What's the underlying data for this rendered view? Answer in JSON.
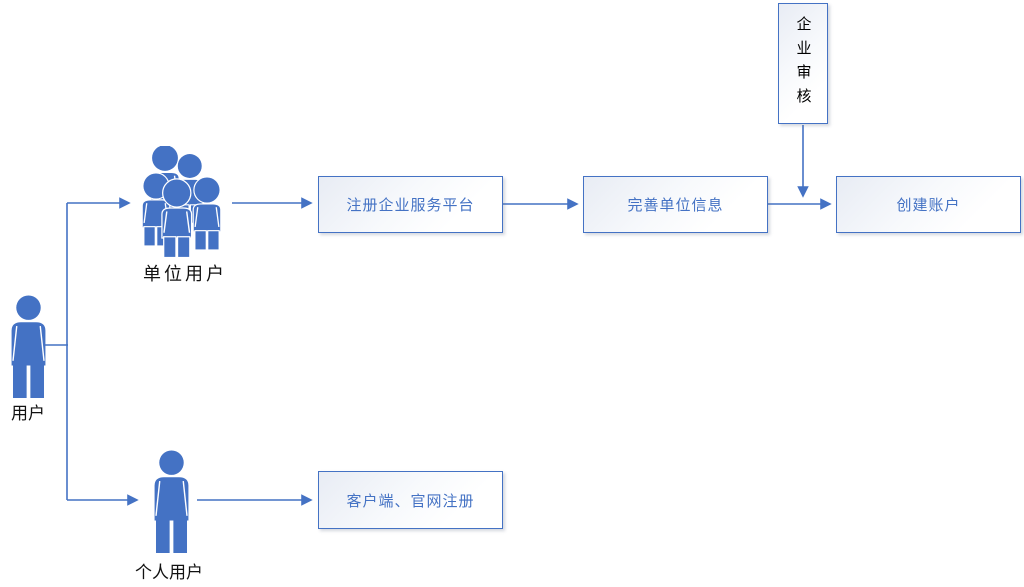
{
  "nodes": {
    "user": {
      "label": "用户"
    },
    "org_user": {
      "label": "单位用户"
    },
    "personal_user": {
      "label": "个人用户"
    },
    "register_platform": {
      "label": "注册企业服务平台"
    },
    "complete_org_info": {
      "label": "完善单位信息"
    },
    "create_account": {
      "label": "创建账户"
    },
    "enterprise_review": {
      "label": "企业审核"
    },
    "client_web_register": {
      "label": "客户端、官网注册"
    }
  },
  "edges": [
    {
      "from": "user",
      "to": "org_user"
    },
    {
      "from": "user",
      "to": "personal_user"
    },
    {
      "from": "org_user",
      "to": "register_platform"
    },
    {
      "from": "register_platform",
      "to": "complete_org_info"
    },
    {
      "from": "complete_org_info",
      "to": "create_account"
    },
    {
      "from": "enterprise_review",
      "to": "create_account"
    },
    {
      "from": "personal_user",
      "to": "client_web_register"
    }
  ],
  "colors": {
    "primary_blue": "#4472C4",
    "box_text": "#4472C4",
    "label_text": "#000000",
    "box_fill_tint": "#E8ECF4",
    "background": "#FFFFFF"
  }
}
